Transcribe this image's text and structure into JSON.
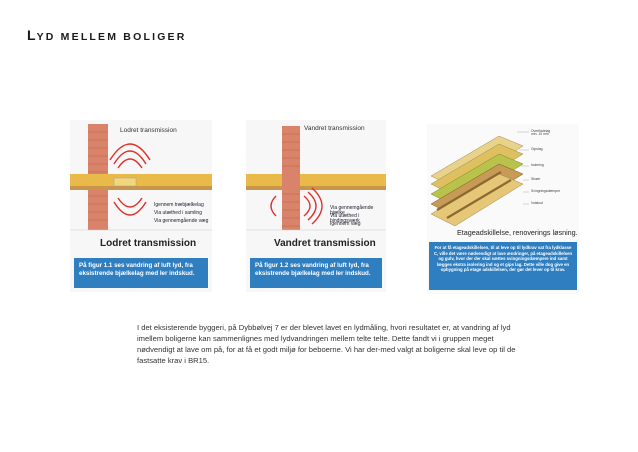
{
  "slide": {
    "title_first_letter": "L",
    "title_rest": "YD MELLEM BOLIGER"
  },
  "figure1": {
    "header": "Lodret transmission",
    "legend": [
      "Igennem træbjælkelag",
      "Via utæthed i samling",
      "Via gennemgående væg"
    ],
    "big_label": "Lodret transmission",
    "caption": "På figur 1.1 ses vandring af luft lyd, fra eksistrende bjælkelag med ler indskud."
  },
  "figure2": {
    "header": "Vandret transmission",
    "legend": [
      "Via gennemgående bjælke",
      "Via utæthed i bindingsværk",
      "Igennem væg"
    ],
    "big_label": "Vandret transmission",
    "caption": "På figur 1.2 ses vandring af luft lyd, fra eksistrende bjælkelag med ler indskud."
  },
  "figure3": {
    "big_label": "Etageadskillelse, renoverings løsning.",
    "caption": "For at få etageadskillelsen, til at leve op til lydkrav sat fra lydklasse C, ville det være nødvendigt at lave ændringer, på etageadskillelsen og gulv, hvor der der skal sættes svingningsdæmpere ind samt lægges ekstra isolering ind og et gips lag. Dette ville dog give en opbygning på etage adskillelsen, der gør det lever op til krav."
  },
  "body_text": "I det eksisterende byggeri, på Dybbølvej 7 er der blevet lavet en lydmåling, hvori resultatet er, at vandring af lyd imellem boligerne kan sammenlignes med lydvandringen mellem telte telte. Dette fandt vi i gruppen meget nødvendigt at lave om på, for at få et godt miljø for beboerne. Vi har der-med valgt at boligerne skal leve op til de fastsatte krav i BR15.",
  "colors": {
    "caption_bg": "#2f7ec0",
    "brick": "#d9836b",
    "wave_red": "#e0302a",
    "floor_gold": "#e9b94a",
    "insulation_green": "#b9c24a"
  }
}
